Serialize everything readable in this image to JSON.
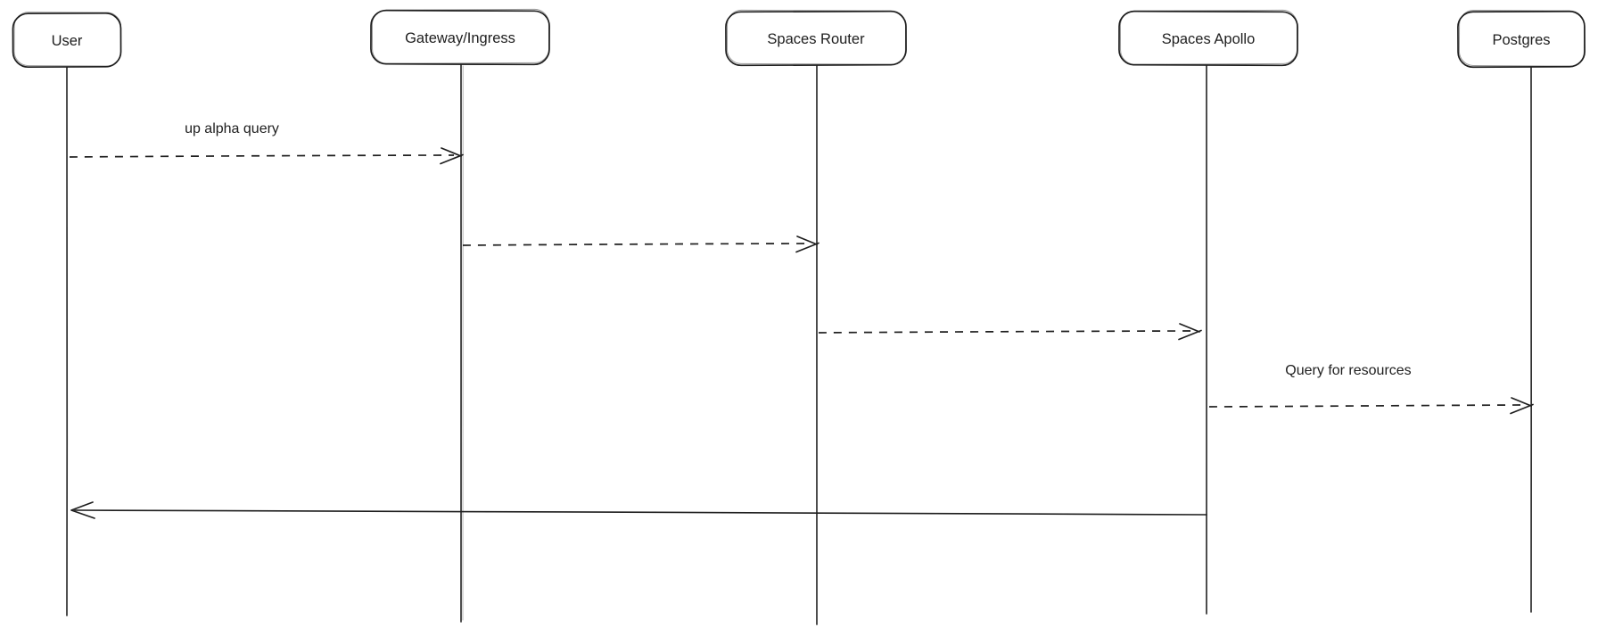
{
  "diagram": {
    "type": "sequence-diagram",
    "style": "hand-drawn",
    "background_color": "#ffffff",
    "stroke_color": "#1e1e1e",
    "actors": [
      {
        "label": "User"
      },
      {
        "label": "Gateway/Ingress"
      },
      {
        "label": "Spaces Router"
      },
      {
        "label": "Spaces Apollo"
      },
      {
        "label": "Postgres"
      }
    ],
    "messages": [
      {
        "from": "User",
        "to": "Gateway/Ingress",
        "label": "up alpha query",
        "line_style": "dashed",
        "direction": "right"
      },
      {
        "from": "Gateway/Ingress",
        "to": "Spaces Router",
        "label": "",
        "line_style": "dashed",
        "direction": "right"
      },
      {
        "from": "Spaces Router",
        "to": "Spaces Apollo",
        "label": "",
        "line_style": "dashed",
        "direction": "right"
      },
      {
        "from": "Spaces Apollo",
        "to": "Postgres",
        "label": "Query for resources",
        "line_style": "dashed",
        "direction": "right"
      },
      {
        "from": "Spaces Apollo",
        "to": "User",
        "label": "",
        "line_style": "solid",
        "direction": "left"
      }
    ]
  }
}
